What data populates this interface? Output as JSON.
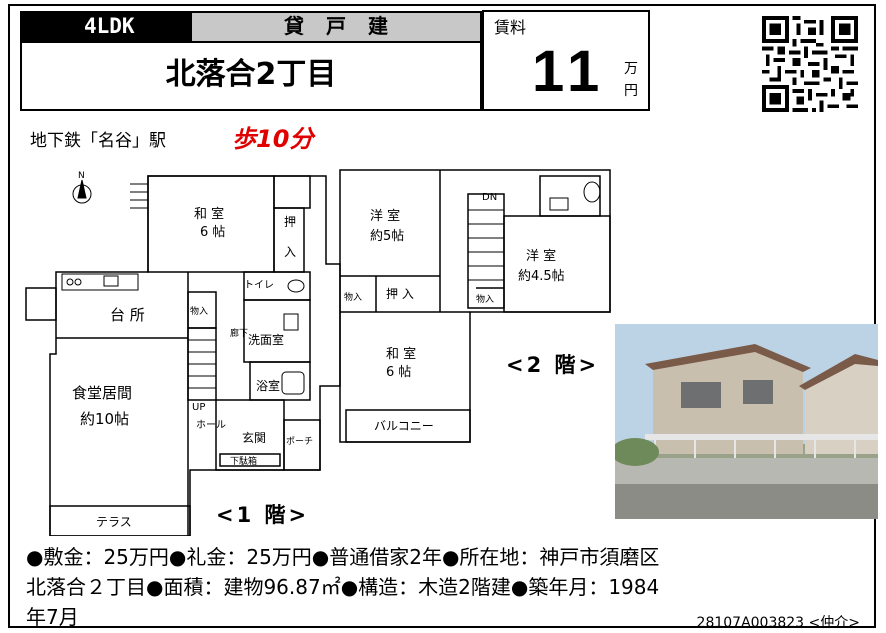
{
  "header": {
    "layout": "4LDK",
    "property_type": "貸戸建",
    "title": "北落合2丁目",
    "rent_label": "賃料",
    "rent_value": "11",
    "rent_unit_1": "万",
    "rent_unit_2": "円"
  },
  "access": {
    "station": "地下鉄「名谷」駅",
    "walk": "歩10分"
  },
  "floor_plan": {
    "floor1_label": "<1 階>",
    "floor2_label": "<2 階>",
    "rooms1": {
      "washitsu": "和 室",
      "washitsu_size": "6 帖",
      "oshiire": "押",
      "oshiire2": "入",
      "toilet": "トイレ",
      "kitchen": "台 所",
      "storage": "物入",
      "washroom": "洗面室",
      "bath": "浴室",
      "dining": "食堂居間",
      "dining_size": "約10帖",
      "hall": "ホール",
      "up": "UP",
      "corridor": "廊下",
      "entrance": "玄関",
      "porch": "ポーチ",
      "shoebox": "下駄箱",
      "terrace": "テラス"
    },
    "rooms2": {
      "yoshitsu1": "洋 室",
      "yoshitsu1_size": "約5帖",
      "yoshitsu2": "洋 室",
      "yoshitsu2_size": "約4.5帖",
      "dn": "DN",
      "storage_a": "物入",
      "oshiire": "押 入",
      "storage_b": "物入",
      "washitsu": "和 室",
      "washitsu_size": "6 帖",
      "balcony": "バルコニー"
    }
  },
  "info": {
    "line1": "●敷金：25万円●礼金：25万円●普通借家2年●所在地：神戸市須磨区",
    "line2": "北落合２丁目●面積：建物96.87㎡●構造：木造2階建●築年月：1984",
    "line3": "年7月"
  },
  "listing_code": "28107A003823 <仲介>"
}
